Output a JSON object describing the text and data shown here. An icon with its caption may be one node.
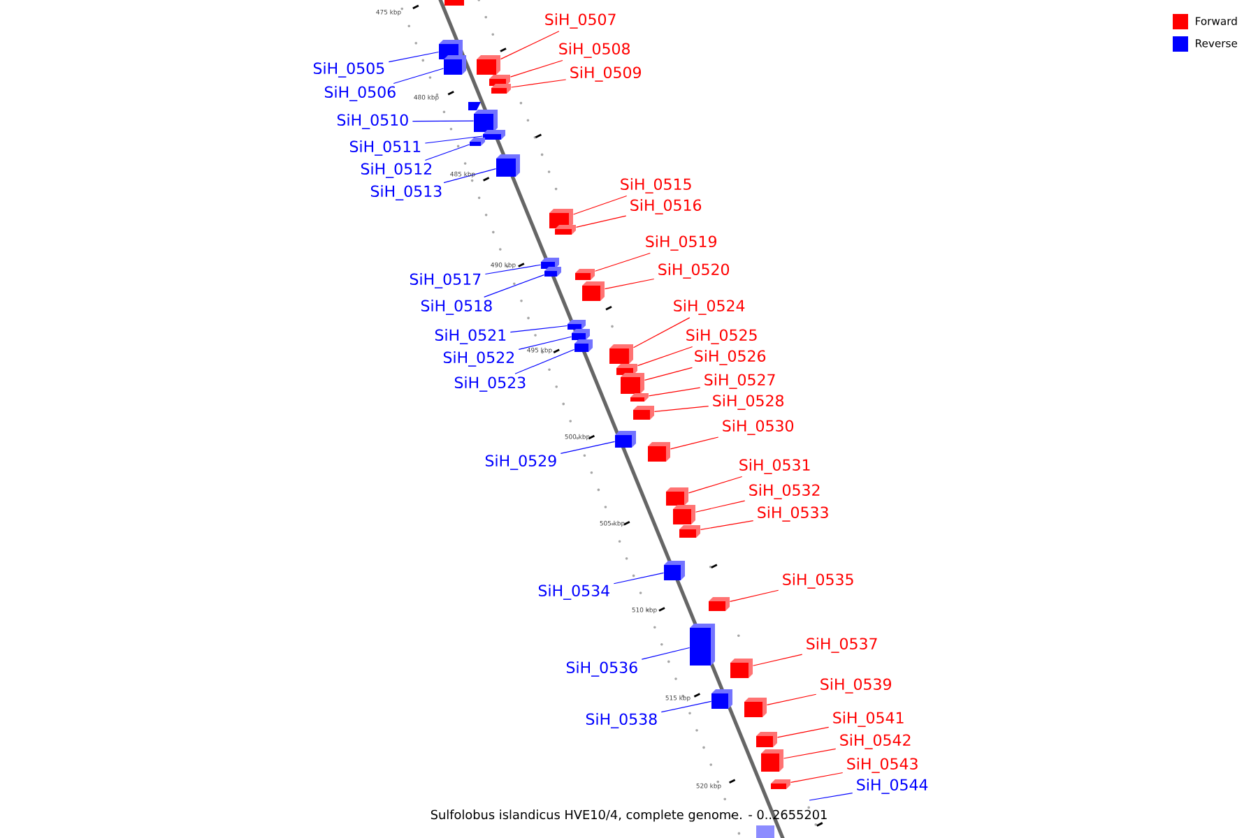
{
  "diagram": {
    "caption": "Sulfolobus islandicus HVE10/4, complete genome. - 0..2655201",
    "nodes": [
      {
        "text": [
          "SiH_0505"
        ]
      },
      {
        "text": [],
        "shape": "box"
      },
      {
        "text": [
          "SiH_0506"
        ]
      },
      {
        "text": [],
        "shape": "box"
      },
      {
        "text": [
          "SiH_0507"
        ]
      },
      {
        "text": [],
        "shape": "box"
      },
      {
        "text": [
          "SiH_0508"
        ]
      },
      {
        "text": [],
        "shape": "box"
      },
      {
        "text": [
          "SiH_0509"
        ]
      },
      {
        "text": [],
        "shape": "box"
      },
      {
        "text": [
          "SiH_0510"
        ]
      },
      {
        "text": [],
        "shape": "box"
      },
      {
        "text": [
          "SiH_0511"
        ]
      },
      {
        "text": [],
        "shape": "box"
      },
      {
        "text": [
          "SiH_0512"
        ]
      },
      {
        "text": [],
        "shape": "box"
      },
      {
        "text": [
          "SiH_0513"
        ]
      },
      {
        "text": [],
        "shape": "box"
      },
      {
        "text": [
          "SiH_0515"
        ]
      },
      {
        "text": [],
        "shape": "box"
      },
      {
        "text": [
          "SiH_0516"
        ]
      },
      {
        "text": [],
        "shape": "box"
      },
      {
        "text": [
          "SiH_0517"
        ]
      },
      {
        "text": [],
        "shape": "box"
      },
      {
        "text": [
          "SiH_0518"
        ]
      },
      {
        "text": [],
        "shape": "box"
      },
      {
        "text": [
          "SiH_0519"
        ]
      },
      {
        "text": [],
        "shape": "box"
      },
      {
        "text": [
          "SiH_0520"
        ]
      },
      {
        "text": [],
        "shape": "box"
      },
      {
        "text": [
          "SiH_0521"
        ]
      },
      {
        "text": [],
        "shape": "box"
      },
      {
        "text": [
          "SiH_0522"
        ]
      },
      {
        "text": [],
        "shape": "box"
      },
      {
        "text": [
          "SiH_0523"
        ]
      },
      {
        "text": [],
        "shape": "box"
      },
      {
        "text": [
          "SiH_0524"
        ]
      },
      {
        "text": [],
        "shape": "box"
      },
      {
        "text": [
          "SiH_0525"
        ]
      },
      {
        "text": [],
        "shape": "box"
      },
      {
        "text": [
          "SiH_0526"
        ]
      },
      {
        "text": [],
        "shape": "box"
      },
      {
        "text": [
          "SiH_0527"
        ]
      },
      {
        "text": [],
        "shape": "box"
      },
      {
        "text": [
          "SiH_0528"
        ]
      },
      {
        "text": [],
        "shape": "box"
      },
      {
        "text": [
          "SiH_0529"
        ]
      },
      {
        "text": [],
        "shape": "box"
      },
      {
        "text": [
          "SiH_0530"
        ]
      },
      {
        "text": [],
        "shape": "box"
      },
      {
        "text": [
          "SiH_0531"
        ]
      },
      {
        "text": [],
        "shape": "box"
      },
      {
        "text": [
          "SiH_0532"
        ]
      },
      {
        "text": [],
        "shape": "box"
      },
      {
        "text": [
          "SiH_0533"
        ]
      },
      {
        "text": [],
        "shape": "box"
      },
      {
        "text": [
          "SiH_0534"
        ]
      },
      {
        "text": [],
        "shape": "box"
      },
      {
        "text": [
          "SiH_0535"
        ]
      },
      {
        "text": [],
        "shape": "box"
      },
      {
        "text": [
          "SiH_0536"
        ]
      },
      {
        "text": [],
        "shape": "box"
      },
      {
        "text": [
          "SiH_0537"
        ]
      },
      {
        "text": [],
        "shape": "box"
      },
      {
        "text": [
          "SiH_0538"
        ]
      },
      {
        "text": [],
        "shape": "box"
      },
      {
        "text": [
          "SiH_0539"
        ]
      },
      {
        "text": [],
        "shape": "box"
      },
      {
        "text": [
          "SiH_0541"
        ]
      },
      {
        "text": [],
        "shape": "box"
      },
      {
        "text": [
          "SiH_0542"
        ]
      },
      {
        "text": [],
        "shape": "box"
      },
      {
        "text": [
          "SiH_0543"
        ]
      },
      {
        "text": [],
        "shape": "box"
      },
      {
        "text": [
          "SiH_0544"
        ]
      }
    ],
    "edges": [
      {
        "from": 0,
        "to": 1,
        "arrow": "none",
        "color": "#0000ff"
      },
      {
        "from": 2,
        "to": 3,
        "arrow": "none",
        "color": "#0000ff"
      },
      {
        "from": 4,
        "to": 5,
        "arrow": "none"
      },
      {
        "from": 6,
        "to": 7,
        "arrow": "none"
      },
      {
        "from": 8,
        "to": 9,
        "arrow": "none"
      },
      {
        "from": 10,
        "to": 11,
        "arrow": "none",
        "color": "#0000ff"
      },
      {
        "from": 12,
        "to": 13,
        "arrow": "none",
        "color": "#0000ff"
      },
      {
        "from": 14,
        "to": 15,
        "arrow": "none",
        "color": "#0000ff"
      },
      {
        "from": 16,
        "to": 17,
        "arrow": "none",
        "color": "#0000ff"
      },
      {
        "from": 18,
        "to": 19,
        "arrow": "none"
      },
      {
        "from": 20,
        "to": 21,
        "arrow": "none"
      },
      {
        "from": 22,
        "to": 23,
        "arrow": "none",
        "color": "#0000ff"
      },
      {
        "from": 24,
        "to": 25,
        "arrow": "none",
        "color": "#0000ff"
      },
      {
        "from": 26,
        "to": 27,
        "arrow": "none"
      },
      {
        "from": 28,
        "to": 29,
        "arrow": "none"
      },
      {
        "from": 30,
        "to": 31,
        "arrow": "none",
        "color": "#0000ff"
      },
      {
        "from": 32,
        "to": 33,
        "arrow": "none",
        "color": "#0000ff"
      },
      {
        "from": 34,
        "to": 35,
        "arrow": "none",
        "color": "#0000ff"
      },
      {
        "from": 36,
        "to": 37,
        "arrow": "none"
      },
      {
        "from": 38,
        "to": 39,
        "arrow": "none"
      },
      {
        "from": 40,
        "to": 41,
        "arrow": "none"
      },
      {
        "from": 42,
        "to": 43,
        "arrow": "none"
      },
      {
        "from": 44,
        "to": 45,
        "arrow": "none"
      },
      {
        "from": 46,
        "to": 47,
        "arrow": "none",
        "color": "#0000ff"
      },
      {
        "from": 48,
        "to": 49,
        "arrow": "none"
      },
      {
        "from": 50,
        "to": 51,
        "arrow": "none"
      },
      {
        "from": 52,
        "to": 53,
        "arrow": "none"
      },
      {
        "from": 54,
        "to": 55,
        "arrow": "none"
      },
      {
        "from": 56,
        "to": 57,
        "arrow": "none",
        "color": "#0000ff"
      },
      {
        "from": 58,
        "to": 59,
        "arrow": "none"
      },
      {
        "from": 60,
        "to": 61,
        "arrow": "none",
        "color": "#0000ff"
      },
      {
        "from": 62,
        "to": 63,
        "arrow": "none"
      },
      {
        "from": 64,
        "to": 65,
        "arrow": "none",
        "color": "#0000ff"
      },
      {
        "from": 66,
        "to": 67,
        "arrow": "none"
      },
      {
        "from": 68,
        "to": 69,
        "arrow": "none"
      },
      {
        "from": 70,
        "to": 71,
        "arrow": "none"
      },
      {
        "from": 72,
        "to": 73,
        "arrow": "none"
      },
      {
        "from": 74,
        "to": null,
        "arrow": "none",
        "color": "#0000ff"
      }
    ],
    "labels": [
      "475 kbp",
      "480 kbp",
      "485 kbp",
      "490 kbp",
      "495 kbp",
      "500 kbp",
      "505 kbp",
      "510 kbp",
      "515 kbp",
      "520 kbp"
    ],
    "legend": [
      {
        "text": "Forward",
        "color": "#ff0000"
      },
      {
        "text": "Reverse",
        "color": "#0000ff"
      }
    ]
  }
}
